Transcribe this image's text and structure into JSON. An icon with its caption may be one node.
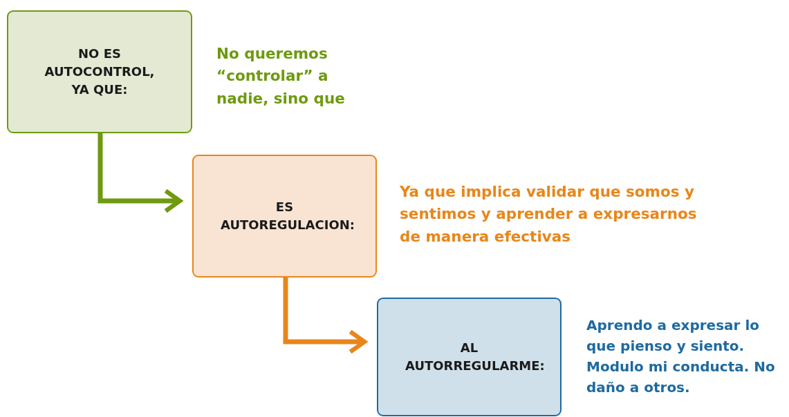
{
  "diagram": {
    "nodes": [
      {
        "text": [
          "NO ES AUTOCONTROL, YA QUE:"
        ],
        "beside": [
          "No queremos “controlar” a nadie, sino que"
        ]
      },
      {
        "text": [
          "ES AUTOREGULACION:"
        ],
        "beside": [
          "Ya que implica validar que somos y sentimos y aprender a expresarnos de manera efectivas"
        ]
      },
      {
        "text": [
          "AL AUTORREGULARME:"
        ],
        "beside": [
          "Aprendo a expresar lo que pienso y siento. Modulo mi conducta. No daño a otros."
        ]
      }
    ],
    "edges": [
      {
        "from": 0,
        "to": 1,
        "arrow": "to",
        "color": "#6e9a0f"
      },
      {
        "from": 1,
        "to": 2,
        "arrow": "to",
        "color": "#e8861a"
      }
    ]
  }
}
